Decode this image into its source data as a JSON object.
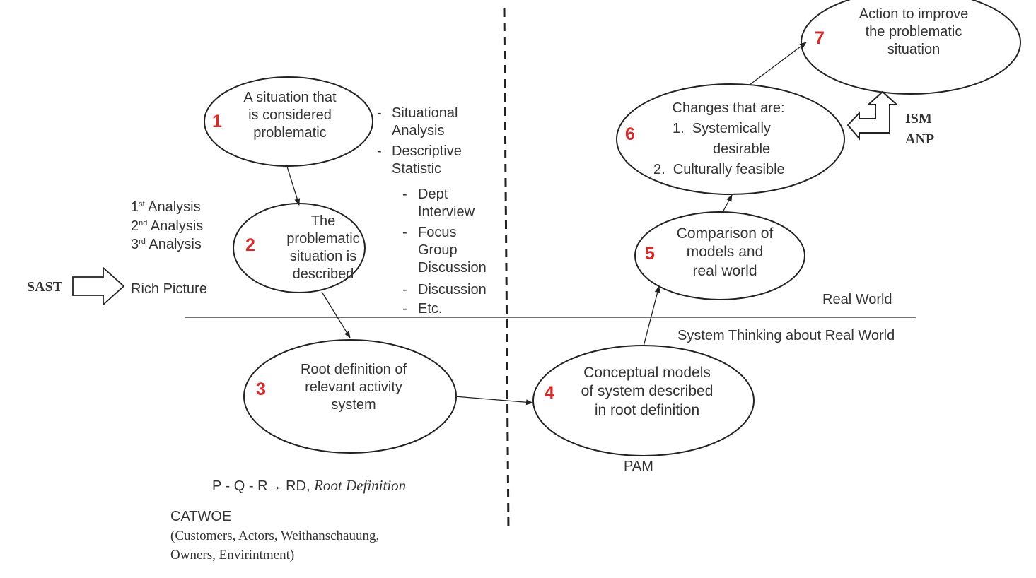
{
  "colors": {
    "number_color": "#d42a2a",
    "line_color": "#222222"
  },
  "stages": [
    {
      "number": "1",
      "text": "A situation that\nis considered\nproblematic"
    },
    {
      "number": "2",
      "text": "The\nproblematic\nsituation is\ndescribed"
    },
    {
      "number": "3",
      "text": "Root definition of\nrelevant activity\nsystem"
    },
    {
      "number": "4",
      "text": "Conceptual models\nof system described\nin root definition"
    },
    {
      "number": "5",
      "text": "Comparison of\nmodels and\nreal world"
    },
    {
      "number": "6",
      "text": "Changes that are:"
    },
    {
      "number": "7",
      "text": "Action to improve\nthe problematic\nsituation"
    }
  ],
  "stage6_list": [
    "1.  Systemically",
    "desirable",
    "2.  Culturally feasible"
  ],
  "methods_list": {
    "top": [
      {
        "bullet": "-",
        "text": "Situational\nAnalysis"
      },
      {
        "bullet": "-",
        "text": "Descriptive\nStatistic"
      }
    ],
    "sub": [
      {
        "bullet": "-",
        "text": "Dept\nInterview"
      },
      {
        "bullet": "-",
        "text": "Focus\nGroup\nDiscussion"
      },
      {
        "bullet": "-",
        "text": "Discussion"
      },
      {
        "bullet": "-",
        "text": "Etc."
      }
    ]
  },
  "analysis_list": [
    {
      "ord": "1",
      "sup": "st",
      "word": " Analysis"
    },
    {
      "ord": "2",
      "sup": "nd",
      "word": " Analysis"
    },
    {
      "ord": "3",
      "sup": "rd",
      "word": " Analysis"
    }
  ],
  "sast_label": "SAST",
  "rich_picture_label": "Rich Picture",
  "real_world_label": "Real World",
  "system_thinking_label": "System Thinking about Real World",
  "pam_label": "PAM",
  "pqr_text": "P - Q - R",
  "pqr_arrow": "→",
  "rd_text": " RD, ",
  "root_definition_text": "Root Definition",
  "catwoe_title": "CATWOE",
  "catwoe_detail": "(Customers, Actors, Weithanschauung,\nOwners, Envirintment)",
  "ism_label": "ISM",
  "anp_label": "ANP"
}
